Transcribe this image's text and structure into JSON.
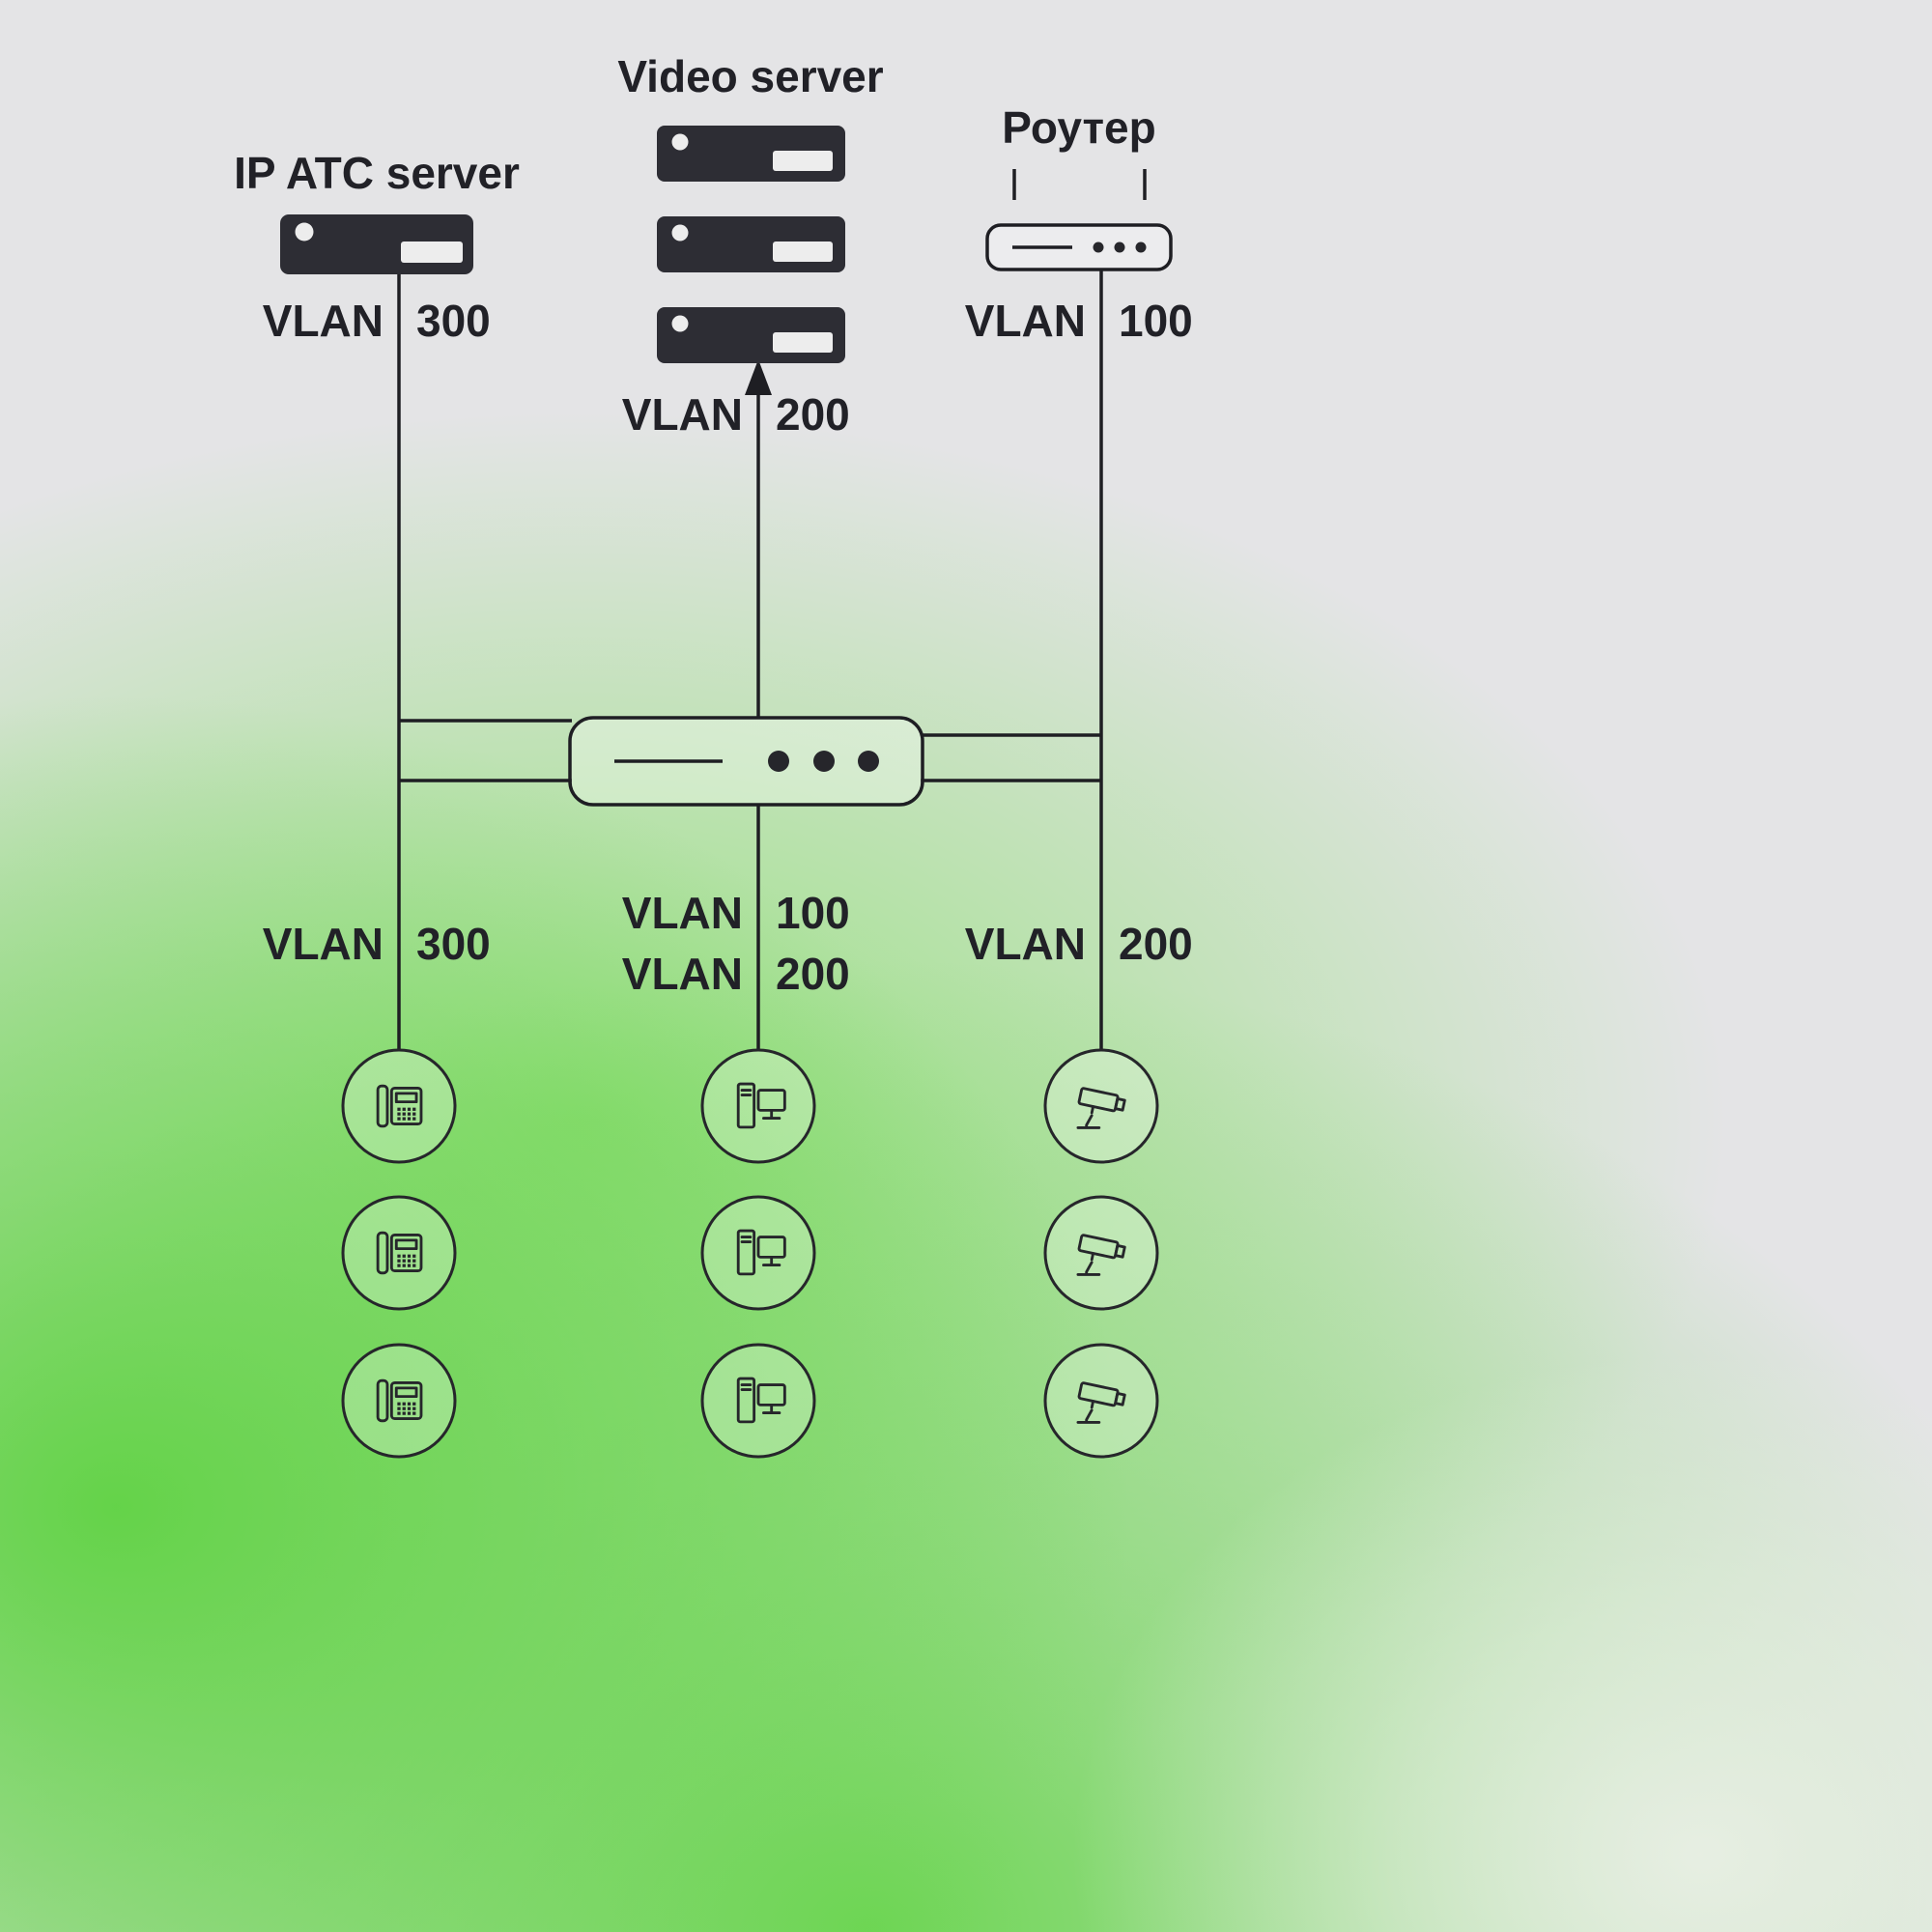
{
  "nodes": {
    "ip_atc": {
      "label": "IP ATC server",
      "vlan": {
        "name": "VLAN",
        "id": "300"
      }
    },
    "video": {
      "label": "Video server",
      "vlan": {
        "name": "VLAN",
        "id": "200"
      }
    },
    "router": {
      "label": "Роутер",
      "vlan": {
        "name": "VLAN",
        "id": "100"
      }
    }
  },
  "core": {
    "device": "switch"
  },
  "clients": {
    "phones": {
      "device": "ip-phone",
      "count": 3,
      "vlans": [
        {
          "name": "VLAN",
          "id": "300"
        }
      ]
    },
    "computers": {
      "device": "workstation",
      "count": 3,
      "vlans": [
        {
          "name": "VLAN",
          "id": "100"
        },
        {
          "name": "VLAN",
          "id": "200"
        }
      ]
    },
    "cameras": {
      "device": "cctv-camera",
      "count": 3,
      "vlans": [
        {
          "name": "VLAN",
          "id": "200"
        }
      ]
    }
  },
  "colors": {
    "ink": "#26262b",
    "line": "#1e1e23",
    "server_fill": "#2d2d34",
    "green": "#6ad64f",
    "background_gray": "#e4e4e6"
  }
}
